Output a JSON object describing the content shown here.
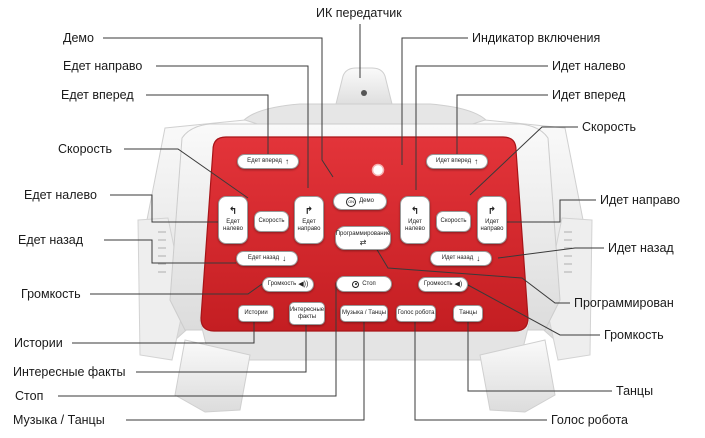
{
  "callouts": {
    "ir_transmitter": "ИК передатчик",
    "demo": "Демо",
    "power_indicator": "Индикатор включения",
    "drives_right": "Едет направо",
    "walks_left": "Идет налево",
    "drives_forward": "Едет вперед",
    "walks_forward": "Идет вперед",
    "speed_left": "Скорость",
    "speed_right": "Скорость",
    "drives_left": "Едет налево",
    "walks_right": "Идет направо",
    "drives_back": "Едет назад",
    "walks_back": "Идет назад",
    "volume_left": "Громкость",
    "programming": "Программирован",
    "volume_right": "Громкость",
    "stories": "Истории",
    "interesting_facts": "Интересные факты",
    "stop": "Стоп",
    "dances": "Танцы",
    "music_dances": "Музыка / Танцы",
    "robot_voice": "Голос робота"
  },
  "buttons": {
    "drive_forward": "Едет вперед",
    "drive_back": "Едет назад",
    "drive_left": "Едет налево",
    "drive_right": "Едет направо",
    "speed_left": "Скорость",
    "demo": "Демо",
    "demo_ring": "ON",
    "programming": "Программирование",
    "walk_forward": "Идет вперед",
    "walk_back": "Идет назад",
    "walk_left": "Идет налево",
    "walk_right": "Идет направо",
    "speed_right": "Скорость",
    "volume_up": "Громкость",
    "stop": "Стоп",
    "volume_down": "Громкость",
    "stories": "Истории",
    "facts": "Интересные факты",
    "music": "Музыка / Танцы",
    "voice": "Голос робота",
    "dances": "Танцы"
  },
  "colors": {
    "panel_red": "#d8272b",
    "body_white": "#f2f2f2",
    "line": "#3a3a3a"
  }
}
